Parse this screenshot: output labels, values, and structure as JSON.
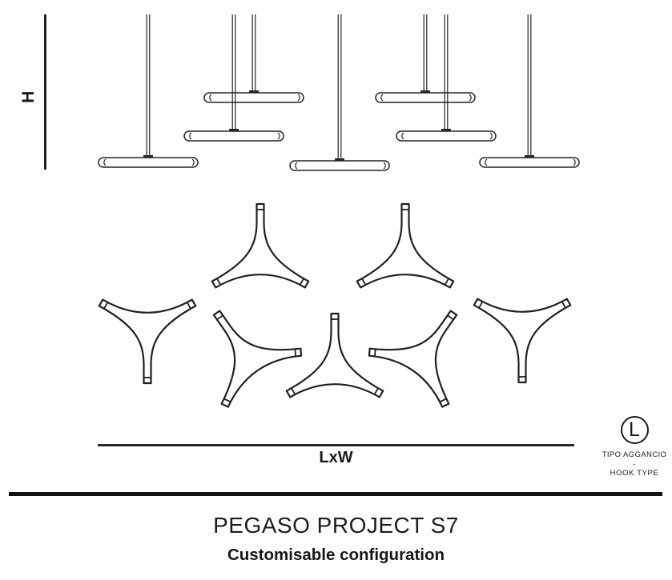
{
  "page": {
    "background": "#ffffff"
  },
  "colors": {
    "line": "#242424",
    "dimension_line": "#111111",
    "divider": "#131313",
    "text": "#1a1a1a"
  },
  "figure": {
    "side_view_lamp_count": 7,
    "plan_view_fixture_count": 7
  },
  "dimensions": {
    "height_label": "H",
    "footprint_label": "LxW"
  },
  "hook_type": {
    "symbol": "L",
    "label_italian": "TIPO AGGANCIO",
    "separator": "-",
    "label_english": "HOOK TYPE"
  },
  "product": {
    "title": "PEGASO PROJECT S7",
    "subtitle": "Customisable configuration"
  }
}
